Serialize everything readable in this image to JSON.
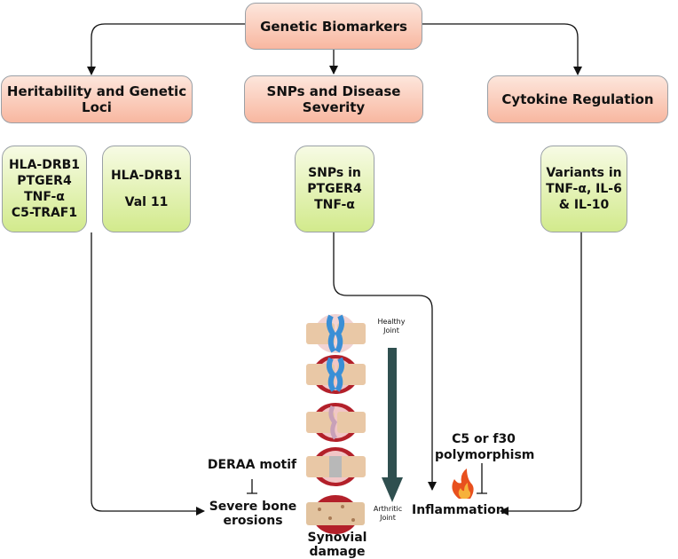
{
  "root": {
    "label": "Genetic Biomarkers"
  },
  "categories": [
    {
      "label": "Heritability and Genetic Loci"
    },
    {
      "label": "SNPs and Disease Severity"
    },
    {
      "label": "Cytokine Regulation"
    }
  ],
  "markers": {
    "loci": [
      "HLA-DRB1",
      "PTGER4",
      "TNF-α",
      "C5-TRAF1"
    ],
    "val11": [
      "HLA-DRB1",
      "Val 11"
    ],
    "snps": [
      "SNPs in",
      "PTGER4",
      "TNF-α"
    ],
    "cytokine": [
      "Variants in",
      "TNF-α, IL-6",
      "& IL-10"
    ]
  },
  "joint": {
    "healthy_label": [
      "Healthy",
      "Joint"
    ],
    "arthritic_label": [
      "Arthritic",
      "Joint"
    ],
    "caption": "Synovial damage"
  },
  "outcomes": {
    "deraa": "DERAA motif",
    "erosions": [
      "Severe bone",
      "erosions"
    ],
    "polymorphism": [
      "C5 or f30",
      "polymorphism"
    ],
    "inflammation": "Inflammation"
  },
  "colors": {
    "category_fill": "#f8b7a0",
    "marker_fill": "#d2ea8c",
    "progression_arrow": "#2f4f4f",
    "cartilage_healthy": "#3a8fd6",
    "synovium": "#b3202a"
  },
  "icons": {
    "inflammation": "fire-icon"
  }
}
